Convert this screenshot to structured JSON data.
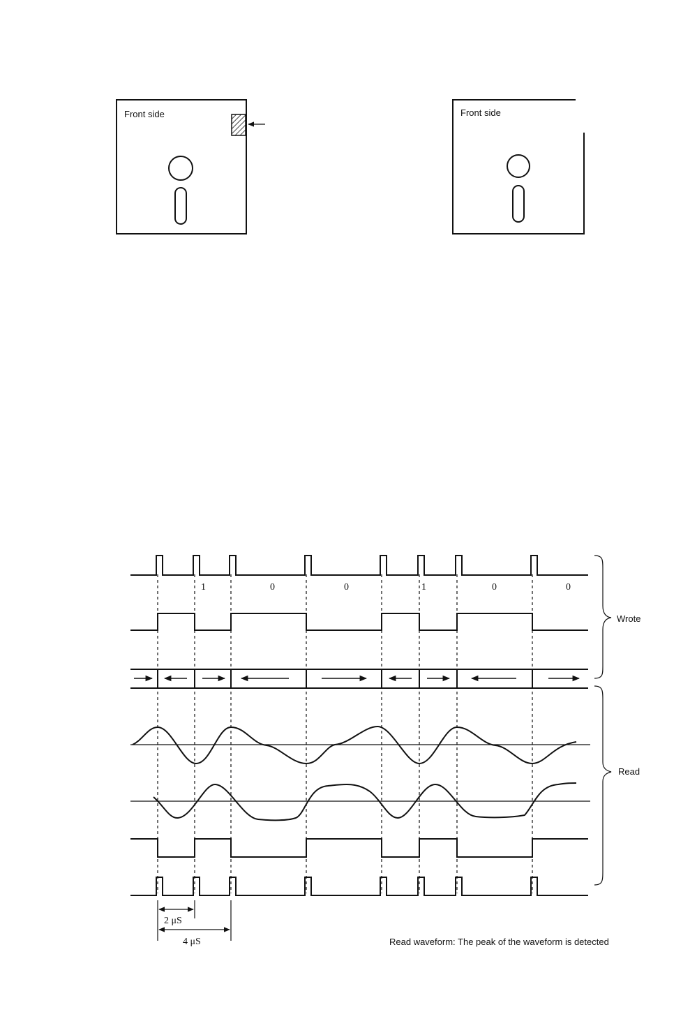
{
  "floppy_left": {
    "label": "Front side"
  },
  "floppy_right": {
    "label": "Front side"
  },
  "bits": [
    "1",
    "0",
    "0",
    "1",
    "0",
    "0"
  ],
  "brace_labels": {
    "write": "Wrote",
    "read": "Read"
  },
  "timing": {
    "short": "2 μS",
    "long": "4 μS"
  },
  "caption": "Read waveform: The peak of the waveform is detected"
}
